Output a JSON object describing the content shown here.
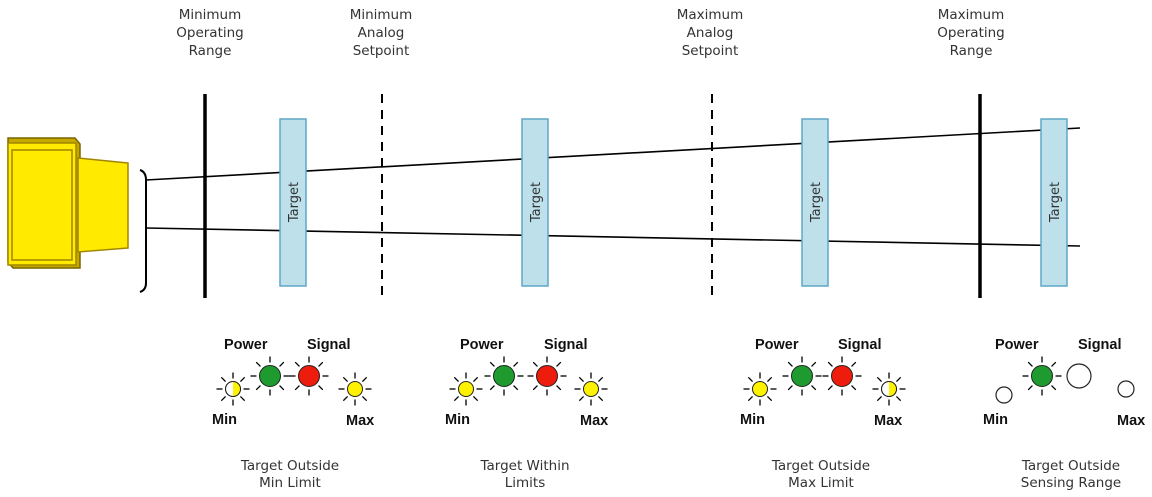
{
  "headers": [
    {
      "lines": [
        "Minimum",
        "Operating",
        "Range"
      ]
    },
    {
      "lines": [
        "Minimum",
        "Analog",
        "Setpoint"
      ]
    },
    {
      "lines": [
        "Maximum",
        "Analog",
        "Setpoint"
      ]
    },
    {
      "lines": [
        "Maximum",
        "Operating",
        "Range"
      ]
    }
  ],
  "target_label": "Target",
  "led_labels": {
    "power": "Power",
    "signal": "Signal",
    "min": "Min",
    "max": "Max"
  },
  "scenarios": [
    {
      "caption": [
        "Target Outside",
        "Min Limit"
      ],
      "power": "on",
      "signal": "on",
      "min": "flashing",
      "max": "on"
    },
    {
      "caption": [
        "Target Within",
        "Limits"
      ],
      "power": "on",
      "signal": "on",
      "min": "on",
      "max": "on"
    },
    {
      "caption": [
        "Target Outside",
        "Max Limit"
      ],
      "power": "on",
      "signal": "on",
      "min": "on",
      "max": "flashing"
    },
    {
      "caption": [
        "Target Outside",
        "Sensing Range"
      ],
      "power": "on",
      "signal": "off",
      "min": "off",
      "max": "off"
    }
  ],
  "colors": {
    "sensor_body": "#ffea00",
    "sensor_outline": "#a08600",
    "target_fill": "#bde0ea",
    "target_stroke": "#5fa7c7",
    "power_led": "#1e9a2e",
    "signal_led": "#ee1c0c",
    "minmax_led": "#fff200"
  }
}
